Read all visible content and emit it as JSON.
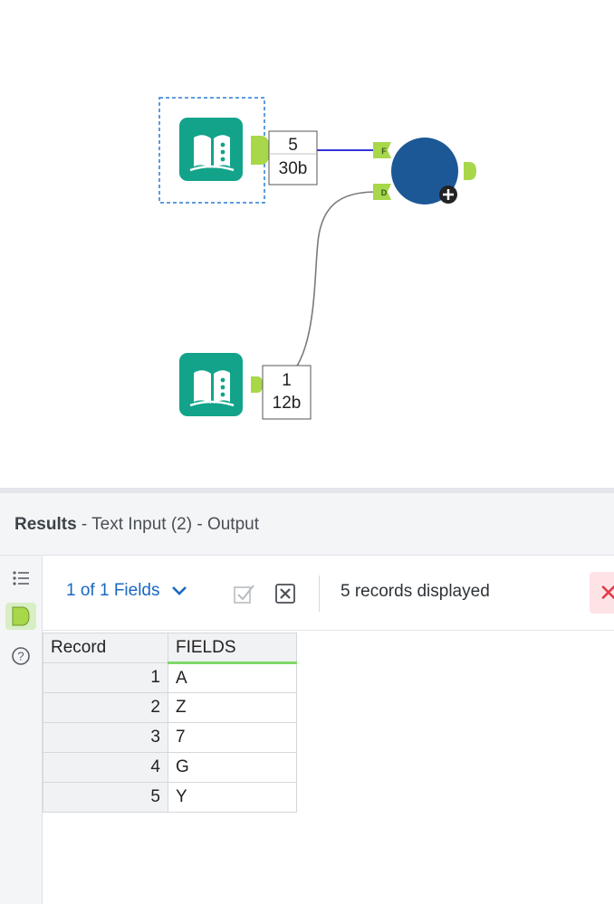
{
  "workflow": {
    "nodes": [
      {
        "name": "text-input-1",
        "icon": "book-icon",
        "selected": true
      },
      {
        "name": "text-input-2",
        "icon": "book-icon",
        "selected": false
      },
      {
        "name": "dynamic-input-tool",
        "icon": "circle-tool-icon",
        "color": "#1d5896"
      }
    ],
    "anchors": {
      "f_label": "F",
      "d_label": "D"
    },
    "badges": [
      {
        "records": "5",
        "bytes": "30b"
      },
      {
        "records": "1",
        "bytes": "12b"
      }
    ]
  },
  "results": {
    "title": "Results",
    "subtitle": "- Text Input (2) - Output"
  },
  "toolbar": {
    "fields_selector": "1 of 1 Fields",
    "records_displayed": "5 records displayed",
    "close_label": "✕"
  },
  "table": {
    "headers": [
      "Record",
      "FIELDS"
    ],
    "rows": [
      {
        "record": "1",
        "value": "A"
      },
      {
        "record": "2",
        "value": "Z"
      },
      {
        "record": "3",
        "value": "7"
      },
      {
        "record": "4",
        "value": "G"
      },
      {
        "record": "5",
        "value": "Y"
      }
    ]
  },
  "colors": {
    "tool_teal": "#12a38a",
    "anchor_green": "#a8d74a",
    "macro_blue": "#1d5896",
    "link_blue": "#1a68c4",
    "accent_green_underline": "#7fd86a"
  }
}
